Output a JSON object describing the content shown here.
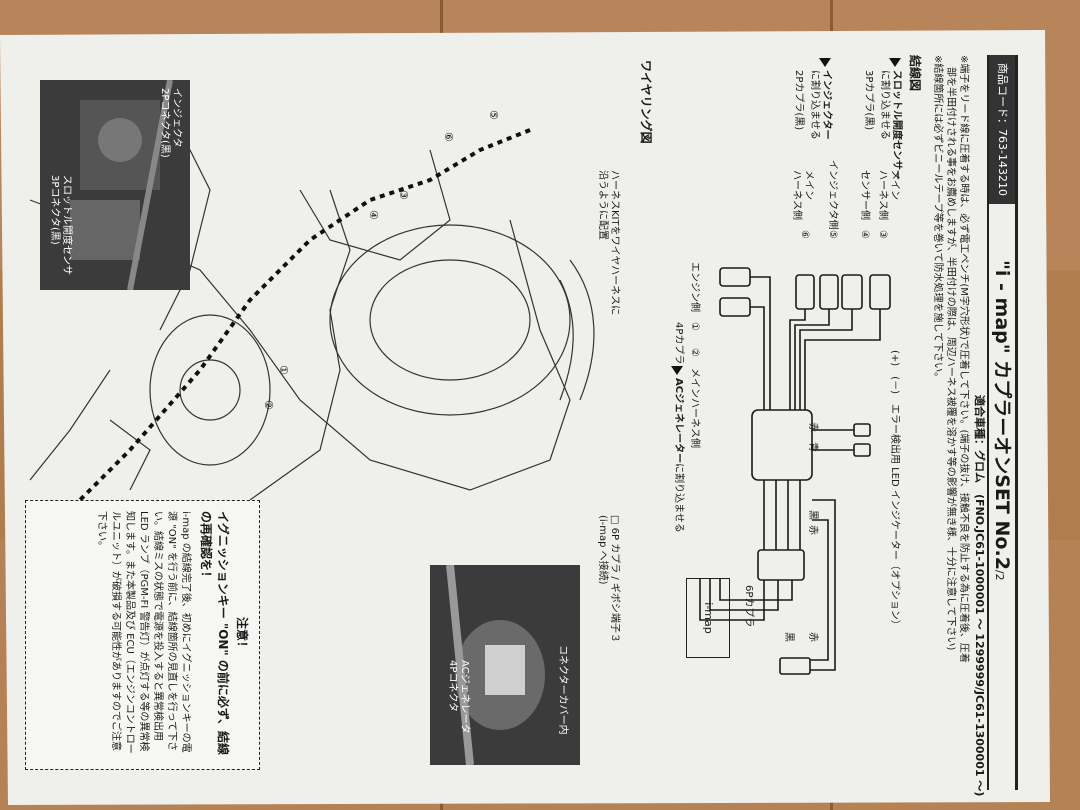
{
  "doc": {
    "title": "\"i - map\" カプラーオンSET",
    "set_no": "No.2",
    "page": "/2",
    "product_code": "商品コード：763-143210",
    "fit": "適合車種：グロム　(FNO.JC61-1000001 ～ 1299999/JC61-1300001 ～)",
    "note1": "※端子をリード線に圧着する時は、必ず電工ペンチ(M字穴形状)で圧着して下さい。(端子の抜け、接触不良を防止する為に圧着後、圧着",
    "note2": "部を半田付けされる事をお薦めしますが、半田付けの際は、周辺ハーネス被覆を溶かす等の影響が無き様、十分に注意して下さい)",
    "note3": "※結線箇所には必ずビニールテープ等を巻いて防水処理を施して下さい。"
  },
  "wiring": {
    "section_title": "結線図",
    "throttle": {
      "heading": "スロットル開度センサー",
      "sub": "に割り込ませる",
      "coupler": "3Pカプラ(黒)",
      "side_main": "メイン\nハーネス側",
      "side_sensor": "センサー側",
      "num_main": "③",
      "num_sensor": "④"
    },
    "injector": {
      "heading": "インジェクター",
      "sub": "に割り込ませる",
      "coupler": "2Pカプラ(黒)",
      "side_inj": "インジェクタ側",
      "side_main": "メイン\nハーネス側",
      "num_inj": "⑤",
      "num_main": "⑥"
    },
    "error_led": "(+)　(－)　エラー検出用 LED インジケーター（オプション）",
    "wire_red": "赤",
    "wire_blue": "青",
    "wire_black": "黒",
    "engine_side": "エンジン側",
    "num_engine": "①",
    "num_main_harness": "②",
    "main_harness_side": "メインハーネス側",
    "coupler_4p": "4Pカプラ",
    "ac_generator": "ACジェネレーター",
    "ac_sub": "に割り込ませる",
    "coupler_6p": "6Pカプラ",
    "imap_box": "i-map"
  },
  "wiring_route": {
    "section_title": "ワイヤリング図",
    "harness_note": "ハーネスKITをワイヤハーネスに\n沿うように配置",
    "six_p_note": "□ 6P カプラ / ギボシ端子３\n(i-map へ接続)",
    "connector_cover": "コネクターカバー内",
    "ac_gen_connector": "ACジェネレータ\n4Pコネクタ",
    "injector_connector": "インジェクタ\n2Pコネクタ(黒)",
    "throttle_connector": "スロットル開度センサ\n3Pコネクタ(黒)"
  },
  "caution": {
    "title": "注意！",
    "line1": "イグニッションキー \"ON\" の前に必ず、結線の再確認を！",
    "body": "i-map の結線完了後、初めにイグニッションキーの電源 \"ON\" を行う前に、結線箇所の見直しを行って下さい。結線ミスの状態で電源を投入すると異常検出用 LED ランプ（PGM-FI 警告灯）が点灯する等の異常検知します。また本製品及び ECU（エンジンコントロールユニット）が破損する可能性がありますのでご注意下さい。"
  }
}
